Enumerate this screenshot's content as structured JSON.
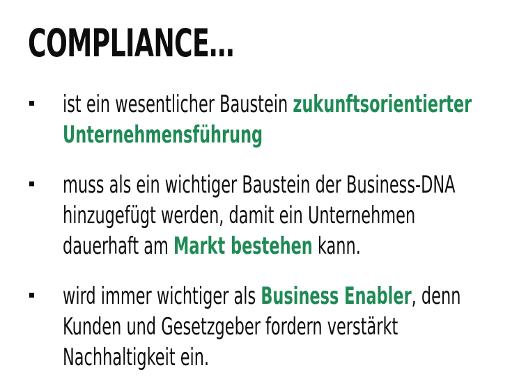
{
  "slide": {
    "title": "COMPLIANCE…",
    "accent_color": "#1f8a55",
    "bullets": [
      {
        "lines": [
          {
            "pre": "ist ein wesentlicher Baustein ",
            "hl": "zukunftsorientierter",
            "post": ""
          },
          {
            "pre": "",
            "hl": "Unternehmensführung",
            "post": ""
          }
        ]
      },
      {
        "lines": [
          {
            "pre": "muss als ein wichtiger Baustein der Business-DNA",
            "hl": "",
            "post": ""
          },
          {
            "pre": "hinzugefügt werden, damit ein Unternehmen",
            "hl": "",
            "post": ""
          },
          {
            "pre": "dauerhaft am ",
            "hl": "Markt bestehen",
            "post": " kann."
          }
        ]
      },
      {
        "lines": [
          {
            "pre": "wird immer wichtiger als ",
            "hl": "Business Enabler",
            "post": ", denn"
          },
          {
            "pre": "Kunden und Gesetzgeber fordern verstärkt",
            "hl": "",
            "post": ""
          },
          {
            "pre": "Nachhaltigkeit ein.",
            "hl": "",
            "post": ""
          }
        ]
      }
    ]
  }
}
